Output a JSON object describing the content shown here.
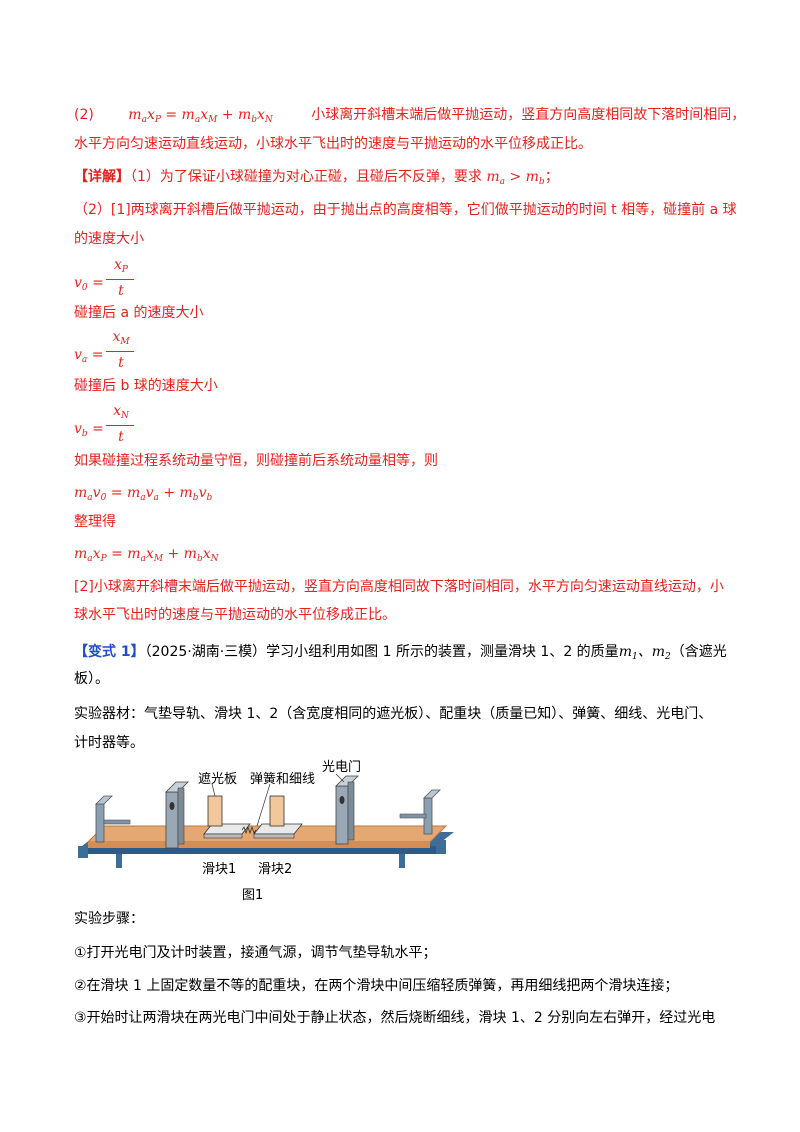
{
  "content": {
    "l1_num": "(2)",
    "l1_text": "小球离开斜槽末端后做平抛运动，竖直方向高度相同故下落时间相同，",
    "l2_text": "水平方向匀速运动直线运动，小球水平飞出时的速度与平抛运动的水平位移成正比。",
    "l3_tag": "【详解】",
    "l3_text": "（1）为了保证小球碰撞为对心正碰，且碰后不反弹，要求",
    "l4_text": "（2）[1]两球离开斜槽后做平抛运动，由于抛出点的高度相等，它们做平抛运动的时间 t 相等，碰撞前 a 球",
    "l5_text": "的速度大小",
    "l6_text": "碰撞后 a 的速度大小",
    "l7_text": "碰撞后 b 球的速度大小",
    "l8_text": "如果碰撞过程系统动量守恒，则碰撞前后系统动量相等，则",
    "l9_text": "整理得",
    "l10_text": "[2]小球离开斜槽末端后做平抛运动，竖直方向高度相同故下落时间相同，水平方向匀速运动直线运动，小",
    "l11_text": "球水平飞出时的速度与平抛运动的水平位移成正比。",
    "l12_tag": "【变式 1】",
    "l12_text": "（2025·湖南·三模）学习小组利用如图 1 所示的装置，测量滑块 1、2 的质量",
    "l12_tail": "（含遮光",
    "l13_text": "板）。",
    "l14_text": "实验器材：气垫导轨、滑块 1、2（含宽度相同的遮光板）、配重块（质量已知）、弹簧、细线、光电门、",
    "l15_text": "计时器等。",
    "l16_text": "实验步骤：",
    "l17_text": "①打开光电门及计时装置，接通气源，调节气垫导轨水平；",
    "l18_text": "②在滑块 1 上固定数量不等的配重块，在两个滑块中间压缩轻质弹簧，再用细线把两个滑块连接；",
    "l19_text": "③开始时让两滑块在两光电门中间处于静止状态，然后烧断细线，滑块 1、2 分别向左右弹开，经过光电"
  },
  "figure": {
    "label_shade": "遮光板",
    "label_spring": "弹簧和细线",
    "label_gate": "光电门",
    "label_slider1": "滑块1",
    "label_slider2": "滑块2",
    "caption": "图1"
  },
  "colors": {
    "answer_red": "#e8211c",
    "tag_blue": "#1f4fd1",
    "track_orange": "#e0a070",
    "rail_blue": "#3e6d98"
  }
}
